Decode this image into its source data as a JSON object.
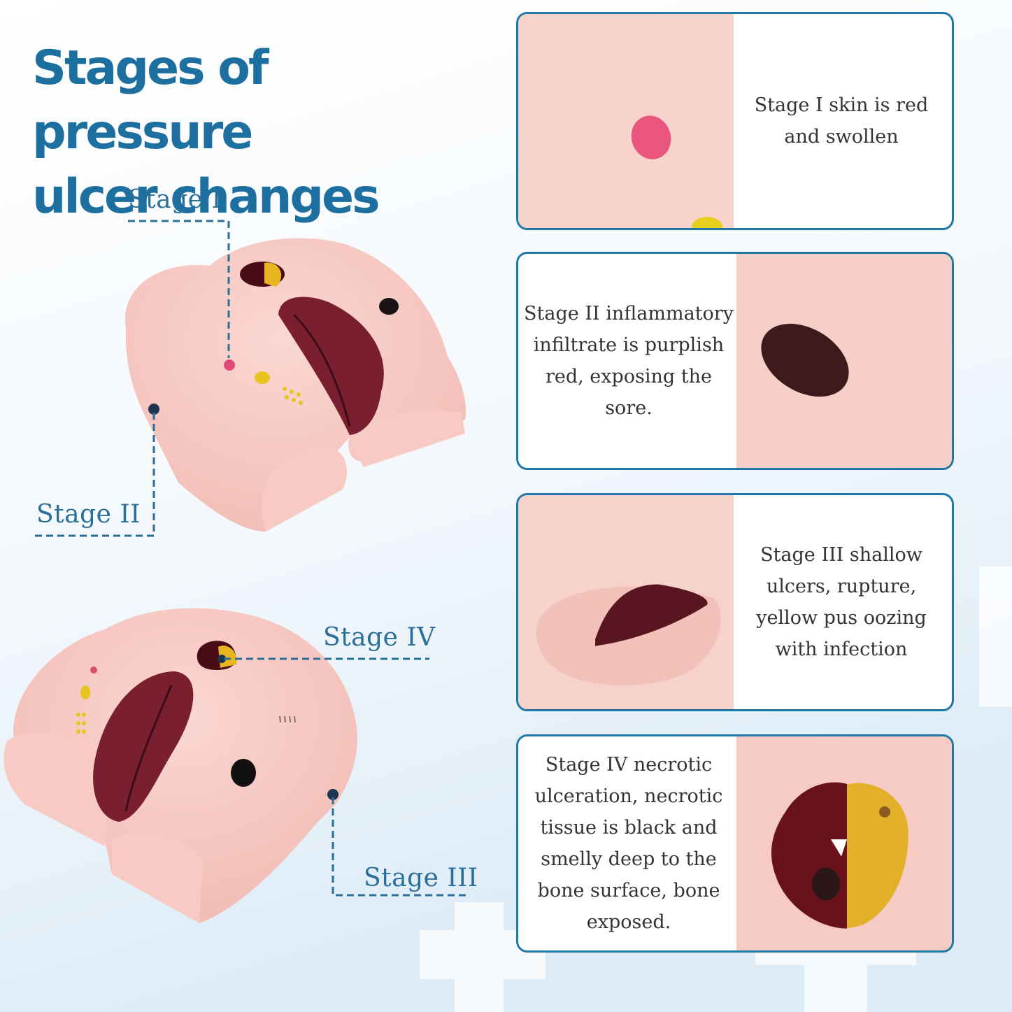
{
  "title": {
    "line1": "Stages of pressure",
    "line2": "ulcer changes"
  },
  "callouts": {
    "stage1": "Stage I",
    "stage2": "Stage II",
    "stage3": "Stage III",
    "stage4": "Stage IV"
  },
  "cards": [
    {
      "text": "Stage I skin is red and swollen"
    },
    {
      "text": "Stage II inflammatory infiltrate is purplish red, exposing the sore."
    },
    {
      "text": "Stage III shallow ulcers, rupture, yellow pus oozing with infection"
    },
    {
      "text": "Stage IV necrotic ulceration, necrotic tissue is black and smelly deep to the bone surface, bone exposed."
    }
  ],
  "colors": {
    "accent": "#1d6fa0",
    "card_border": "#1f78a5",
    "skin": "#f5c7c1",
    "wound_red": "#7a1f30",
    "pus_yellow": "#e8b520"
  }
}
